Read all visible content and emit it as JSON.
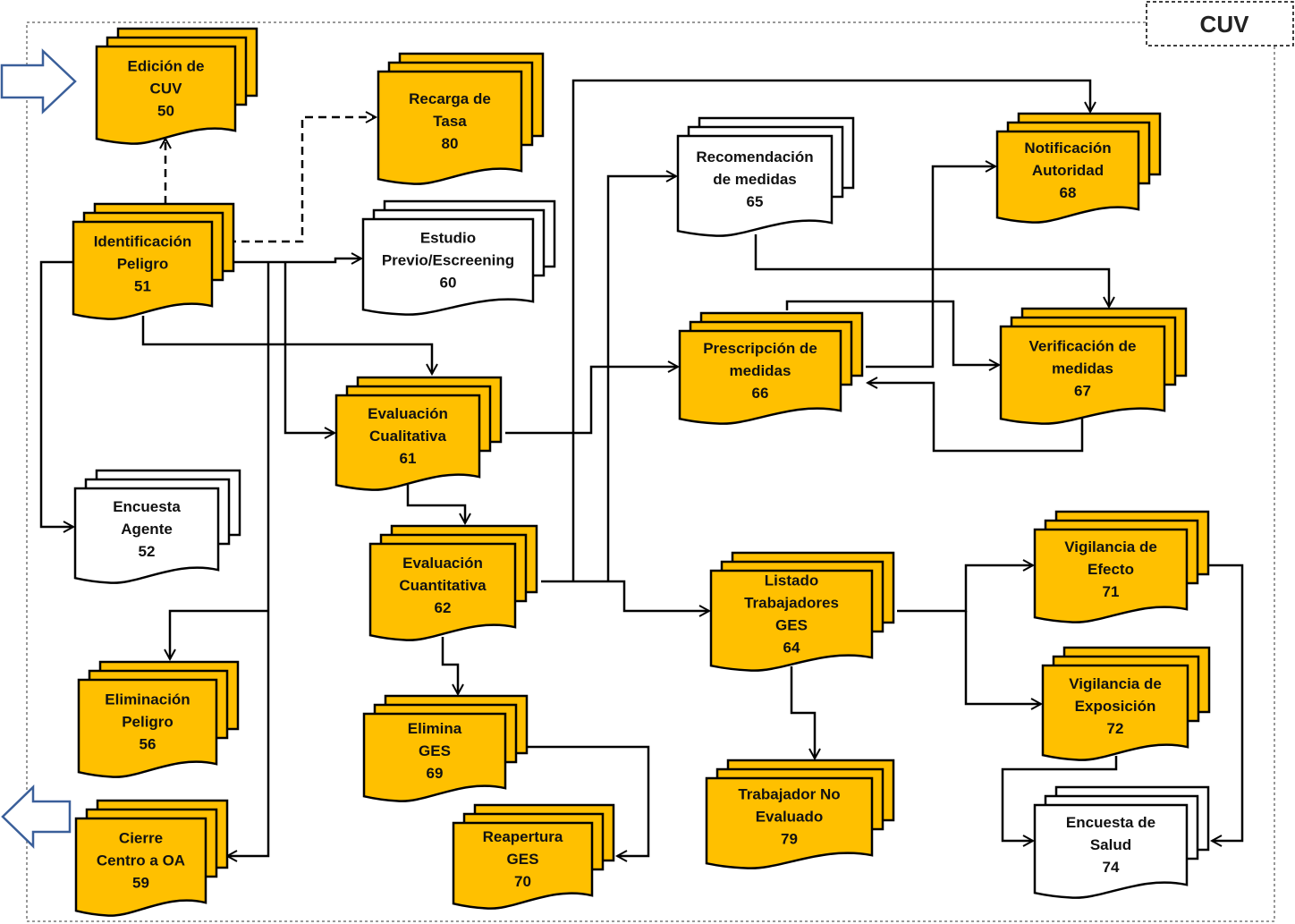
{
  "title": "CUV",
  "colors": {
    "doc_yellow": "#FFC000",
    "doc_white": "#FFFFFF",
    "stroke": "#000000"
  },
  "nodes": [
    {
      "id": "50",
      "lines": [
        "Edición de",
        "CUV",
        "50"
      ],
      "fill": "yellow"
    },
    {
      "id": "80",
      "lines": [
        "Recarga de",
        "Tasa",
        "80"
      ],
      "fill": "yellow"
    },
    {
      "id": "51",
      "lines": [
        "Identificación",
        "Peligro",
        "51"
      ],
      "fill": "yellow"
    },
    {
      "id": "60",
      "lines": [
        "Estudio",
        "Previo/Escreening",
        "60"
      ],
      "fill": "white"
    },
    {
      "id": "65",
      "lines": [
        "Recomendación",
        "de medidas",
        "65"
      ],
      "fill": "white"
    },
    {
      "id": "68",
      "lines": [
        "Notificación",
        "Autoridad",
        "68"
      ],
      "fill": "yellow"
    },
    {
      "id": "66",
      "lines": [
        "Prescripción de",
        "medidas",
        "66"
      ],
      "fill": "yellow"
    },
    {
      "id": "67",
      "lines": [
        "Verificación de",
        "medidas",
        "67"
      ],
      "fill": "yellow"
    },
    {
      "id": "61",
      "lines": [
        "Evaluación",
        "Cualitativa",
        "61"
      ],
      "fill": "yellow"
    },
    {
      "id": "52",
      "lines": [
        "Encuesta",
        "Agente",
        "52"
      ],
      "fill": "white"
    },
    {
      "id": "62",
      "lines": [
        "Evaluación",
        "Cuantitativa",
        "62"
      ],
      "fill": "yellow"
    },
    {
      "id": "64",
      "lines": [
        "Listado",
        "Trabajadores",
        "GES",
        "64"
      ],
      "fill": "yellow"
    },
    {
      "id": "71",
      "lines": [
        "Vigilancia de",
        "Efecto",
        "71"
      ],
      "fill": "yellow"
    },
    {
      "id": "72",
      "lines": [
        "Vigilancia de",
        "Exposición",
        "72"
      ],
      "fill": "yellow"
    },
    {
      "id": "56",
      "lines": [
        "Eliminación",
        "Peligro",
        "56"
      ],
      "fill": "yellow"
    },
    {
      "id": "69",
      "lines": [
        "Elimina",
        "GES",
        "69"
      ],
      "fill": "yellow"
    },
    {
      "id": "79",
      "lines": [
        "Trabajador No",
        "Evaluado",
        "79"
      ],
      "fill": "yellow"
    },
    {
      "id": "59",
      "lines": [
        "Cierre",
        "Centro a OA",
        "59"
      ],
      "fill": "yellow"
    },
    {
      "id": "70",
      "lines": [
        "Reapertura",
        "GES",
        "70"
      ],
      "fill": "yellow"
    },
    {
      "id": "74",
      "lines": [
        "Encuesta de",
        "Salud",
        "74"
      ],
      "fill": "white"
    }
  ]
}
